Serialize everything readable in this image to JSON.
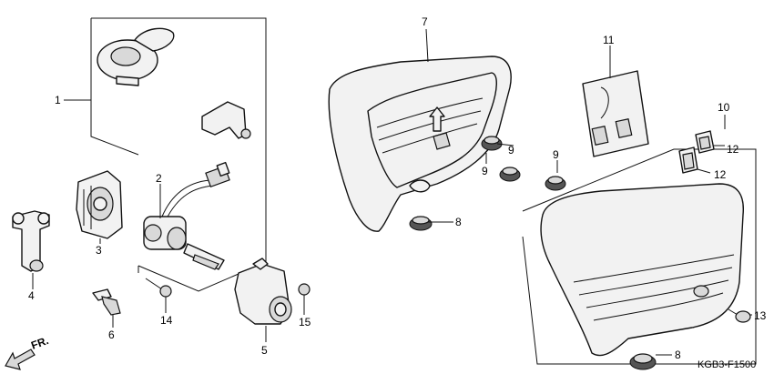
{
  "diagram_code": "KGB3-F1500",
  "direction_label": "FR.",
  "callouts": {
    "c1": "1",
    "c2": "2",
    "c3": "3",
    "c4": "4",
    "c5": "5",
    "c6": "6",
    "c7": "7",
    "c8a": "8",
    "c8b": "8",
    "c9a": "9",
    "c9b": "9",
    "c9c": "9",
    "c10": "10",
    "c11": "11",
    "c12a": "12",
    "c12b": "12",
    "c13": "13",
    "c14": "14",
    "c15": "15"
  }
}
